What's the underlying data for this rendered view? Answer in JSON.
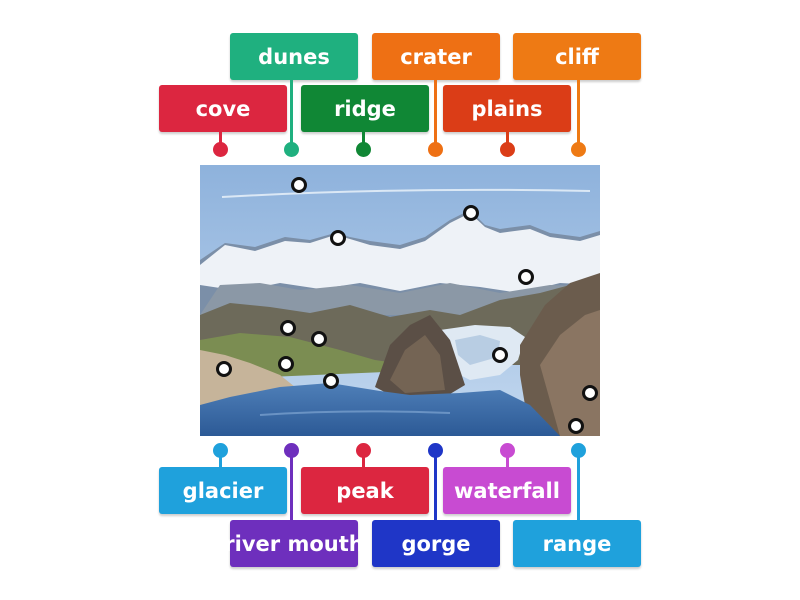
{
  "labels": [
    {
      "text": "dunes",
      "color": "#1fb07f"
    },
    {
      "text": "crater",
      "color": "#ee7014"
    },
    {
      "text": "cliff",
      "color": "#ee7a14"
    },
    {
      "text": "cove",
      "color": "#dc2640"
    },
    {
      "text": "ridge",
      "color": "#108735"
    },
    {
      "text": "plains",
      "color": "#db3d17"
    },
    {
      "text": "glacier",
      "color": "#1fa1dc"
    },
    {
      "text": "peak",
      "color": "#dc2640"
    },
    {
      "text": "waterfall",
      "color": "#c84bd2"
    },
    {
      "text": "river mouth",
      "color": "#6e2fbd"
    },
    {
      "text": "gorge",
      "color": "#1f36c7"
    },
    {
      "text": "range",
      "color": "#1fa1dc"
    }
  ],
  "hotspot_count": 12
}
